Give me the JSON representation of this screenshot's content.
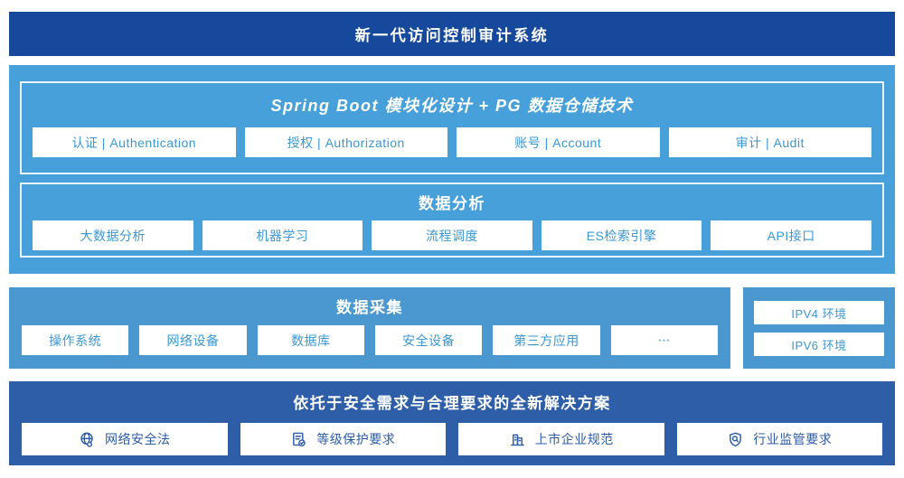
{
  "banner": {
    "title": "新一代访问控制审计系统"
  },
  "colors": {
    "banner_bg": "#16489c",
    "platform_bg": "#47a0d9",
    "collection_bg": "#4b98d1",
    "solution_bg": "#2e5ea8",
    "box_text_blue": "#3b97d4",
    "solution_text_blue": "#2d5ba5",
    "panel_border": "#e9f3fa"
  },
  "platform": {
    "spring": {
      "title": "Spring Boot 模块化设计 + PG 数据仓储技术",
      "items": [
        "认证 | Authentication",
        "授权 | Authorization",
        "账号 | Account",
        "审计 | Audit"
      ]
    },
    "analysis": {
      "title": "数据分析",
      "items": [
        "大数据分析",
        "机器学习",
        "流程调度",
        "ES检索引擎",
        "API接口"
      ]
    }
  },
  "collection": {
    "title": "数据采集",
    "items": [
      "操作系统",
      "网络设备",
      "数据库",
      "安全设备",
      "第三方应用",
      "⋯"
    ]
  },
  "environments": {
    "items": [
      "IPV4 环境",
      "IPV6 环境"
    ]
  },
  "solution": {
    "title": "依托于安全需求与合理要求的全新解决方案",
    "items": [
      {
        "icon": "network-globe-icon",
        "label": "网络安全法"
      },
      {
        "icon": "document-check-icon",
        "label": "等级保护要求"
      },
      {
        "icon": "building-icon",
        "label": "上市企业规范"
      },
      {
        "icon": "shield-search-icon",
        "label": "行业监管要求"
      }
    ]
  }
}
